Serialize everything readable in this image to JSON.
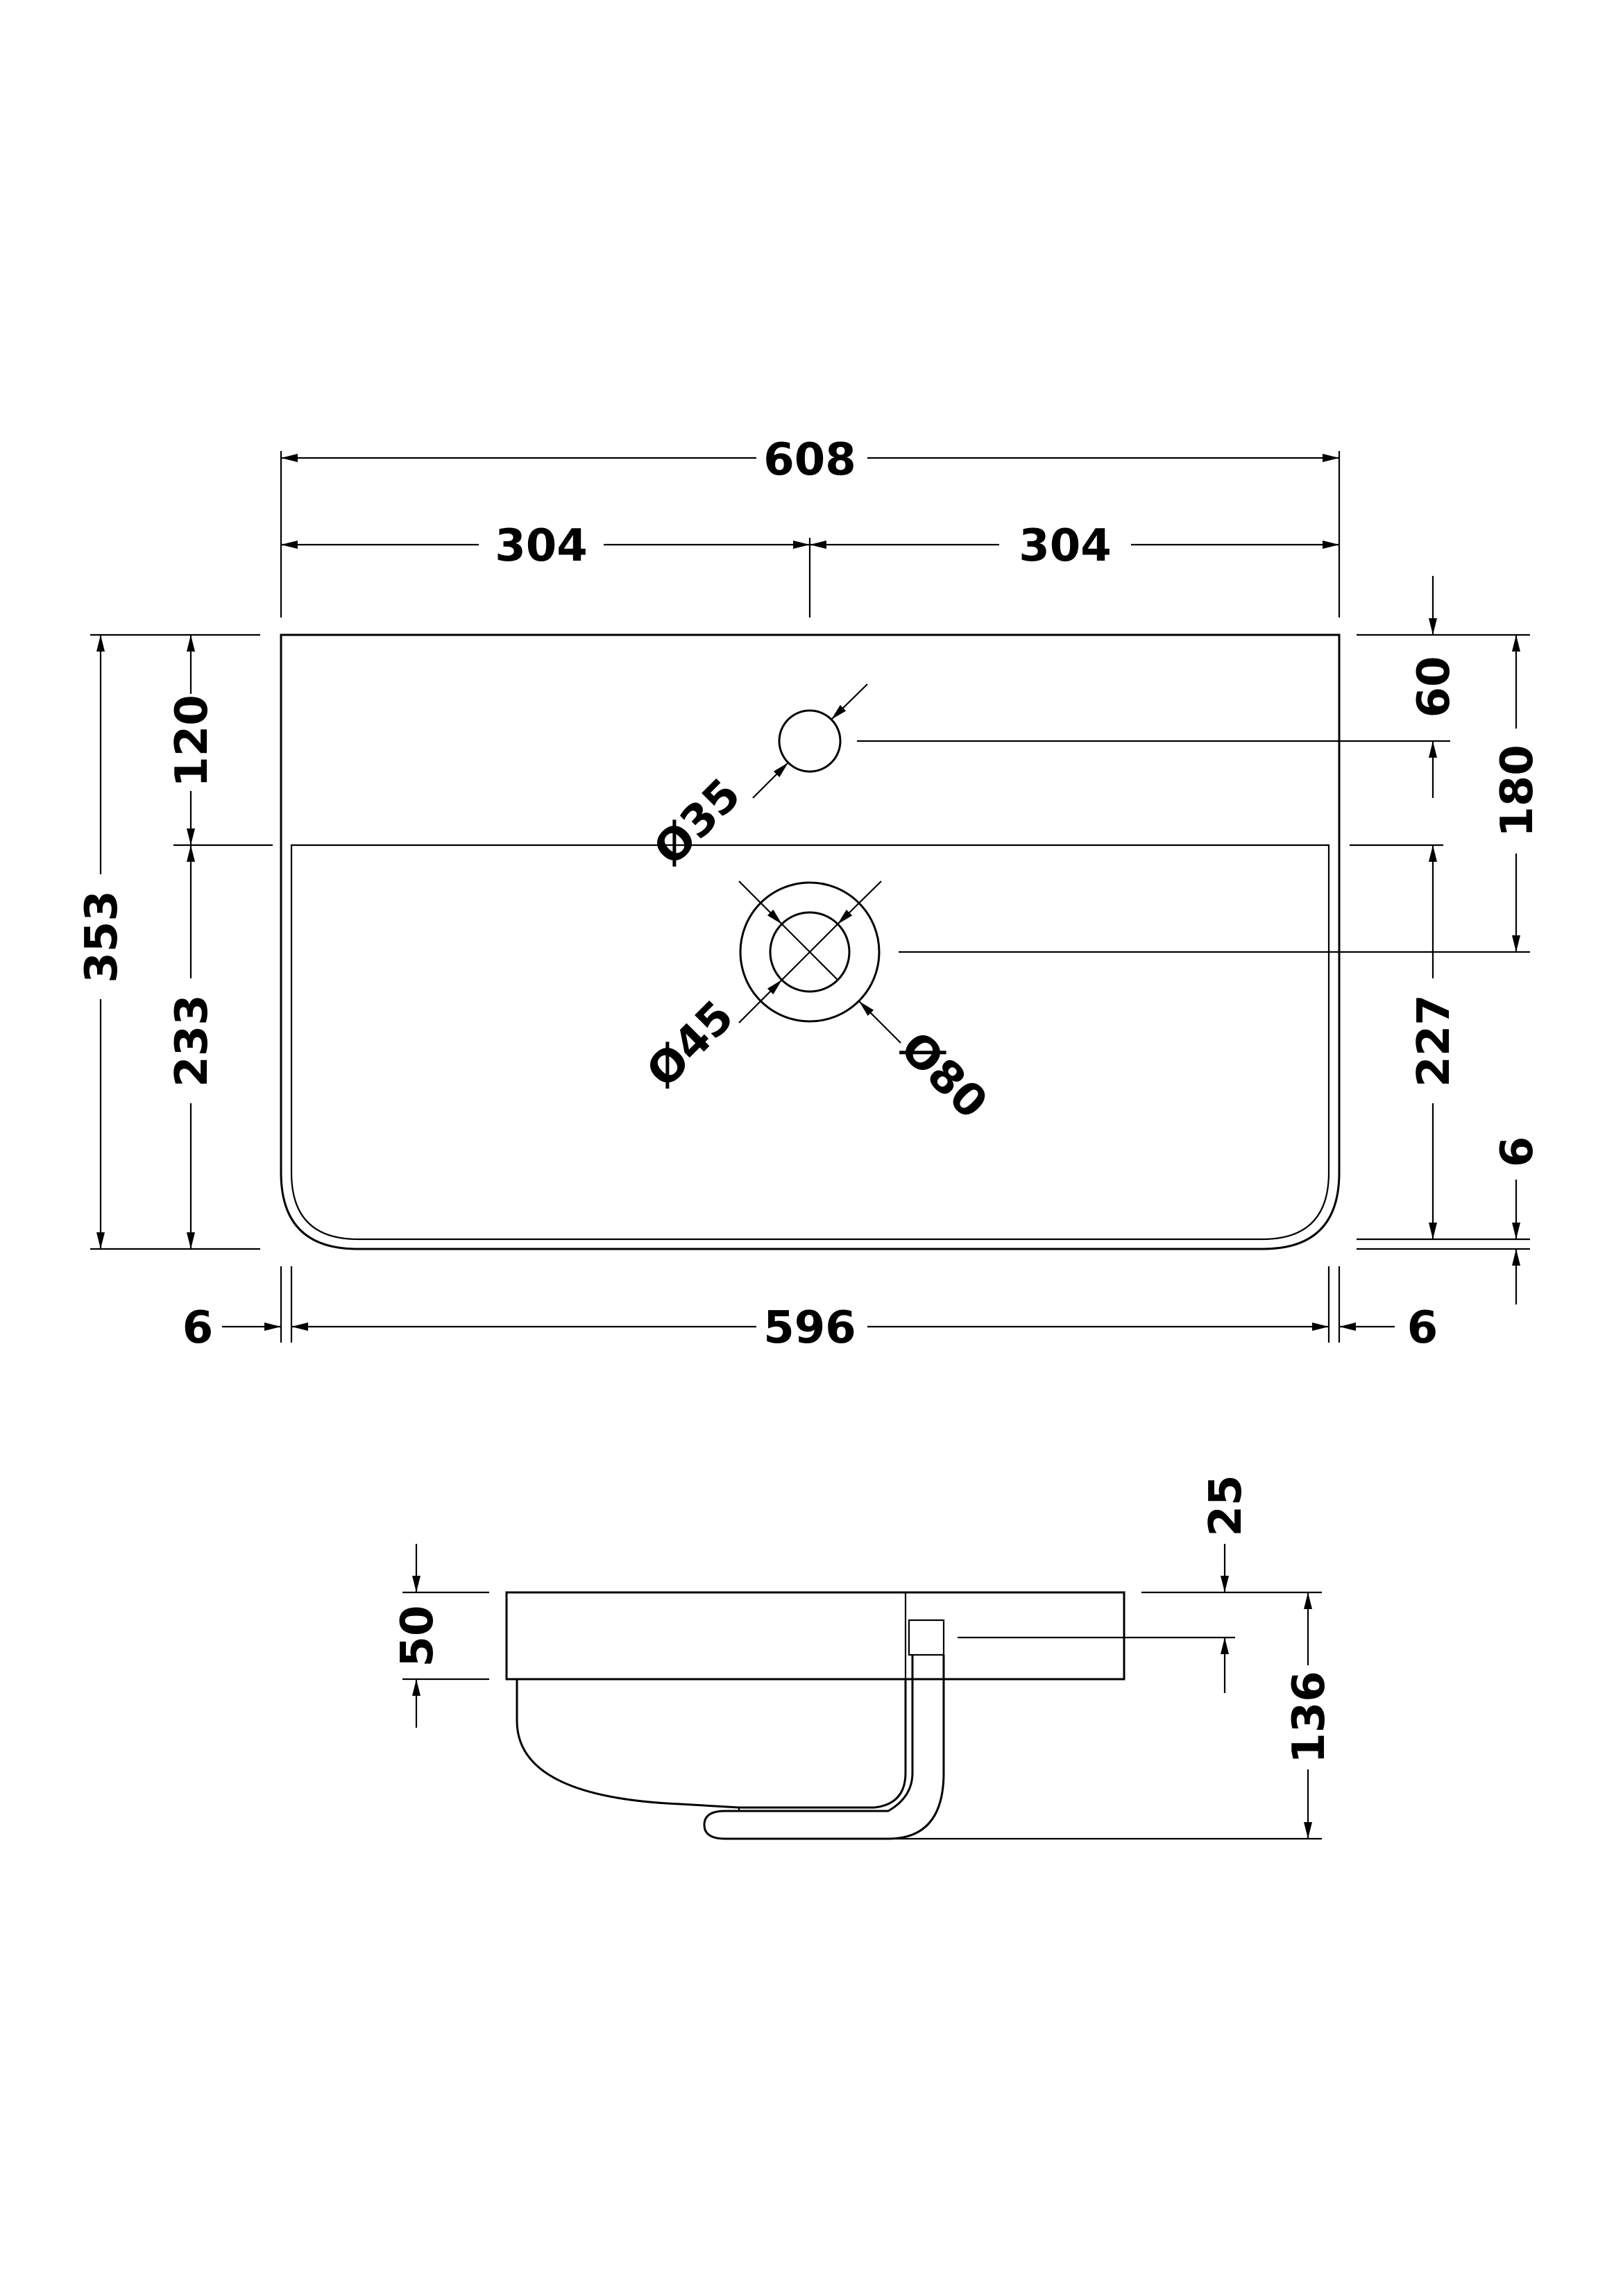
{
  "plan_view": {
    "width_overall": "608",
    "half_width_left": "304",
    "half_width_right": "304",
    "depth_overall": "353",
    "tap_hole_from_back": "120",
    "bowl_depth": "233",
    "tap_hole_offset": "60",
    "waste_from_back": "180",
    "bowl_inner_depth": "227",
    "front_rim": "6",
    "side_rim_left": "6",
    "bowl_inner_width": "596",
    "side_rim_right": "6",
    "tap_hole_diameter": "Ø35",
    "waste_inner_diameter": "Ø45",
    "waste_outer_diameter": "Ø80"
  },
  "side_view": {
    "rim_height": "50",
    "overflow_offset": "25",
    "total_height": "136"
  }
}
